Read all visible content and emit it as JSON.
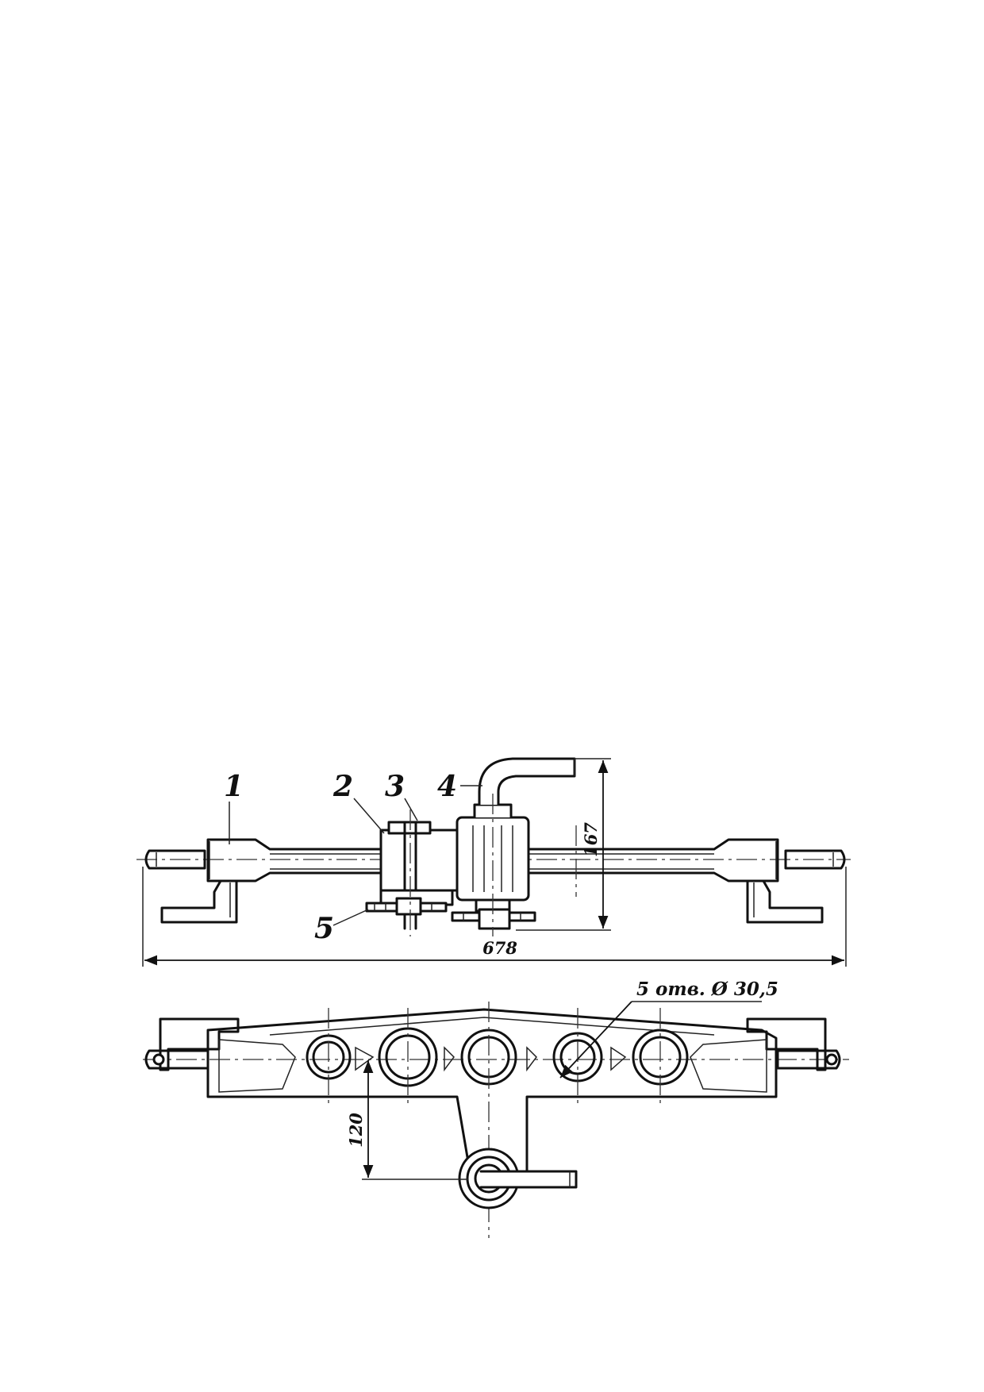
{
  "labels": {
    "part1": "1",
    "part2": "2",
    "part3": "3",
    "part4": "4",
    "part5": "5"
  },
  "dimensions": {
    "overall_length": "678",
    "height": "167",
    "offset": "120",
    "holes_note": "5 отв. Ø 30,5"
  }
}
